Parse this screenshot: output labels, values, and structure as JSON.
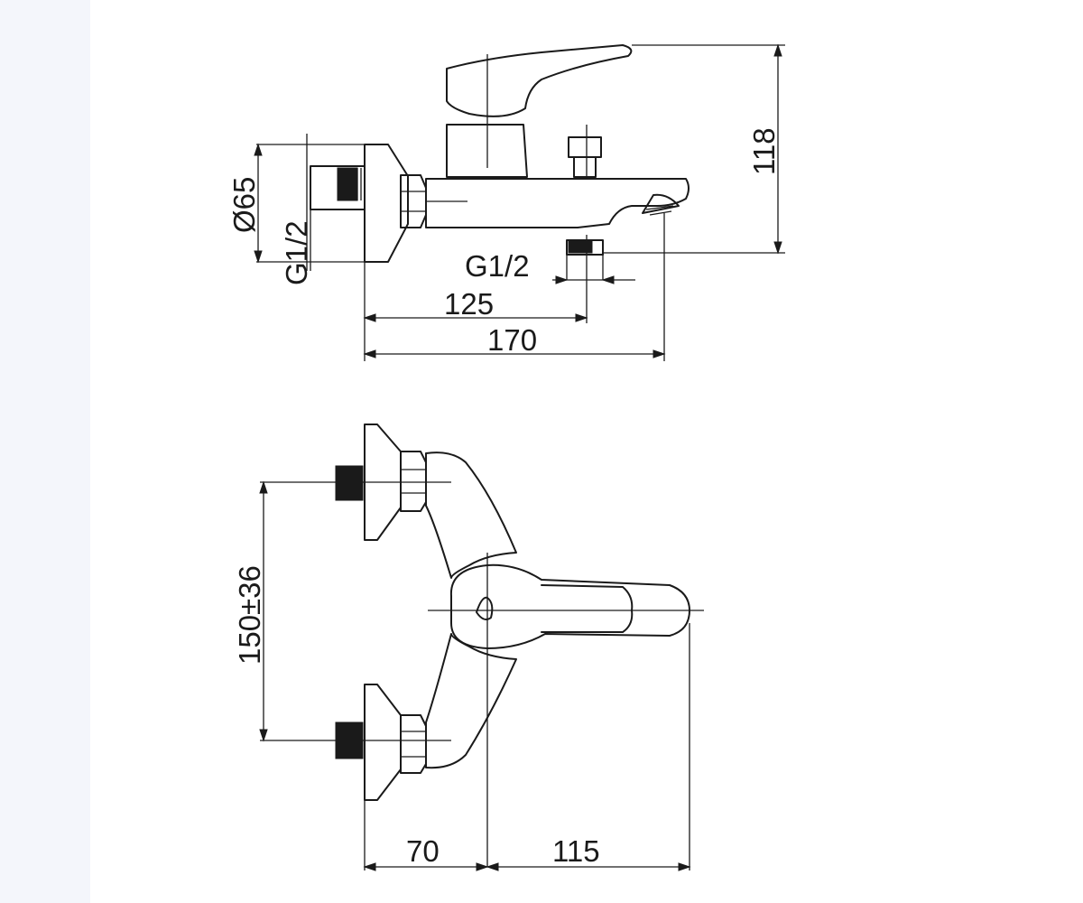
{
  "colors": {
    "background": "#ffffff",
    "side_strip": "#f4f6fb",
    "line": "#1a1a1a"
  },
  "side_view": {
    "dim_diameter": "Ø65",
    "dim_inlet_thread": "G1/2",
    "dim_outlet_thread": "G1/2",
    "dim_outlet_distance": "125",
    "dim_spout_length": "170",
    "dim_height": "118"
  },
  "top_view": {
    "dim_inlet_spacing": "150±36",
    "dim_wall_to_axis": "70",
    "dim_axis_to_handle": "115"
  }
}
